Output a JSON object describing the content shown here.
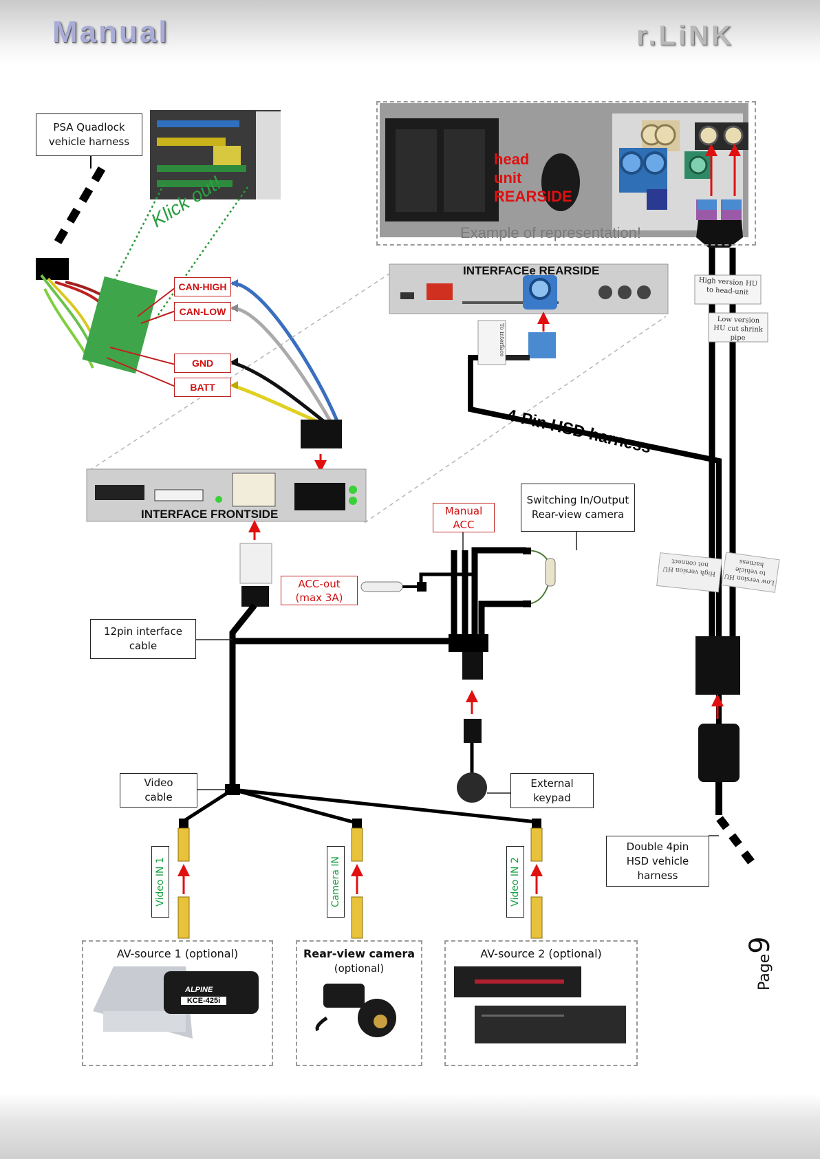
{
  "header": {
    "left_brand": "Manual",
    "right_brand": "r.LiNK"
  },
  "head_unit": {
    "label_lines": [
      "head",
      "unit",
      "REARSIDE"
    ],
    "caption": "Example of representation!"
  },
  "psa_harness": "PSA Quadlock vehicle harness",
  "klick_out": "Klick out!",
  "can_labels": [
    "CAN-HIGH",
    "CAN-LOW",
    "GND",
    "BATT"
  ],
  "interface_rear": "INTERFACEe REARSIDE",
  "interface_front": "INTERFACE  FRONTSIDE",
  "hsd_harness": "4-Pin HSD harness",
  "stickers": {
    "to_interface": "To interface",
    "high_version": "High version HU to head-unit",
    "low_version": "Low version HU cut shrink pipe",
    "low_version_2": "Low version HU to vehicle harness",
    "high_version_2": "High version HU not connect"
  },
  "manual_acc": "Manual ACC",
  "switching": "Switching In/Output Rear-view camera",
  "acc_out": "ACC-out (max 3A)",
  "cable_12pin": "12pin interface cable",
  "video_cable": "Video cable",
  "external_keypad": "External keypad",
  "double_hsd": "Double 4pin HSD vehicle harness",
  "inputs": [
    "Video IN 1",
    "Camera IN",
    "Video IN 2"
  ],
  "av_source_1": "AV-source 1 (optional)",
  "rear_camera": {
    "title": "Rear-view camera",
    "sub": "(optional)"
  },
  "av_source_2": "AV-source 2 (optional)",
  "kce_label": "KCE-425i",
  "alpine": "ALPINE",
  "page": {
    "word": "Page",
    "number": "9"
  }
}
